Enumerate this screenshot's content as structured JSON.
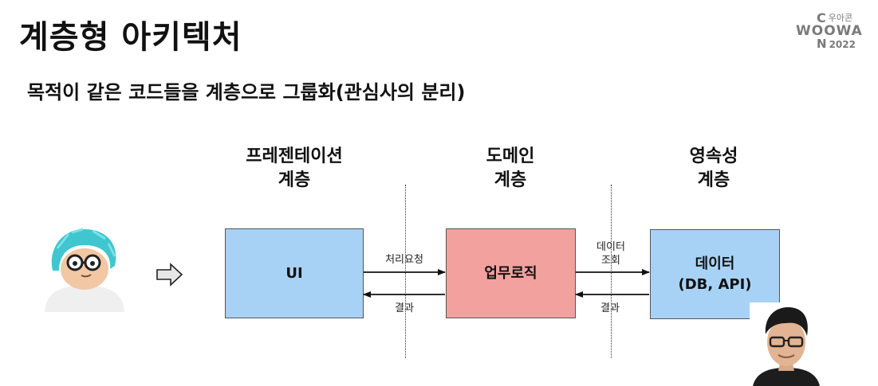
{
  "title": "계층형 아키텍처",
  "subtitle": "목적이 같은 코드들을 계층으로 그룹화(관심사의 분리)",
  "logo": {
    "line1": "C",
    "line1_small": "우아콘",
    "line2": "WOOWA",
    "line3": "N",
    "line3_year": "2022"
  },
  "layers": {
    "presentation": {
      "line1": "프레젠테이션",
      "line2": "계층"
    },
    "domain": {
      "line1": "도메인",
      "line2": "계층"
    },
    "persistence": {
      "line1": "영속성",
      "line2": "계층"
    }
  },
  "boxes": {
    "ui": "UI",
    "business": "업무로직",
    "data_line1": "데이터",
    "data_line2": "(DB, API)"
  },
  "arrows": {
    "request": "처리요청",
    "result1": "결과",
    "query_line1": "데이터",
    "query_line2": "조회",
    "result2": "결과"
  },
  "colors": {
    "ui_box": "#a7d2f6",
    "business_box": "#f2a19f",
    "data_box": "#a7d2f6"
  }
}
